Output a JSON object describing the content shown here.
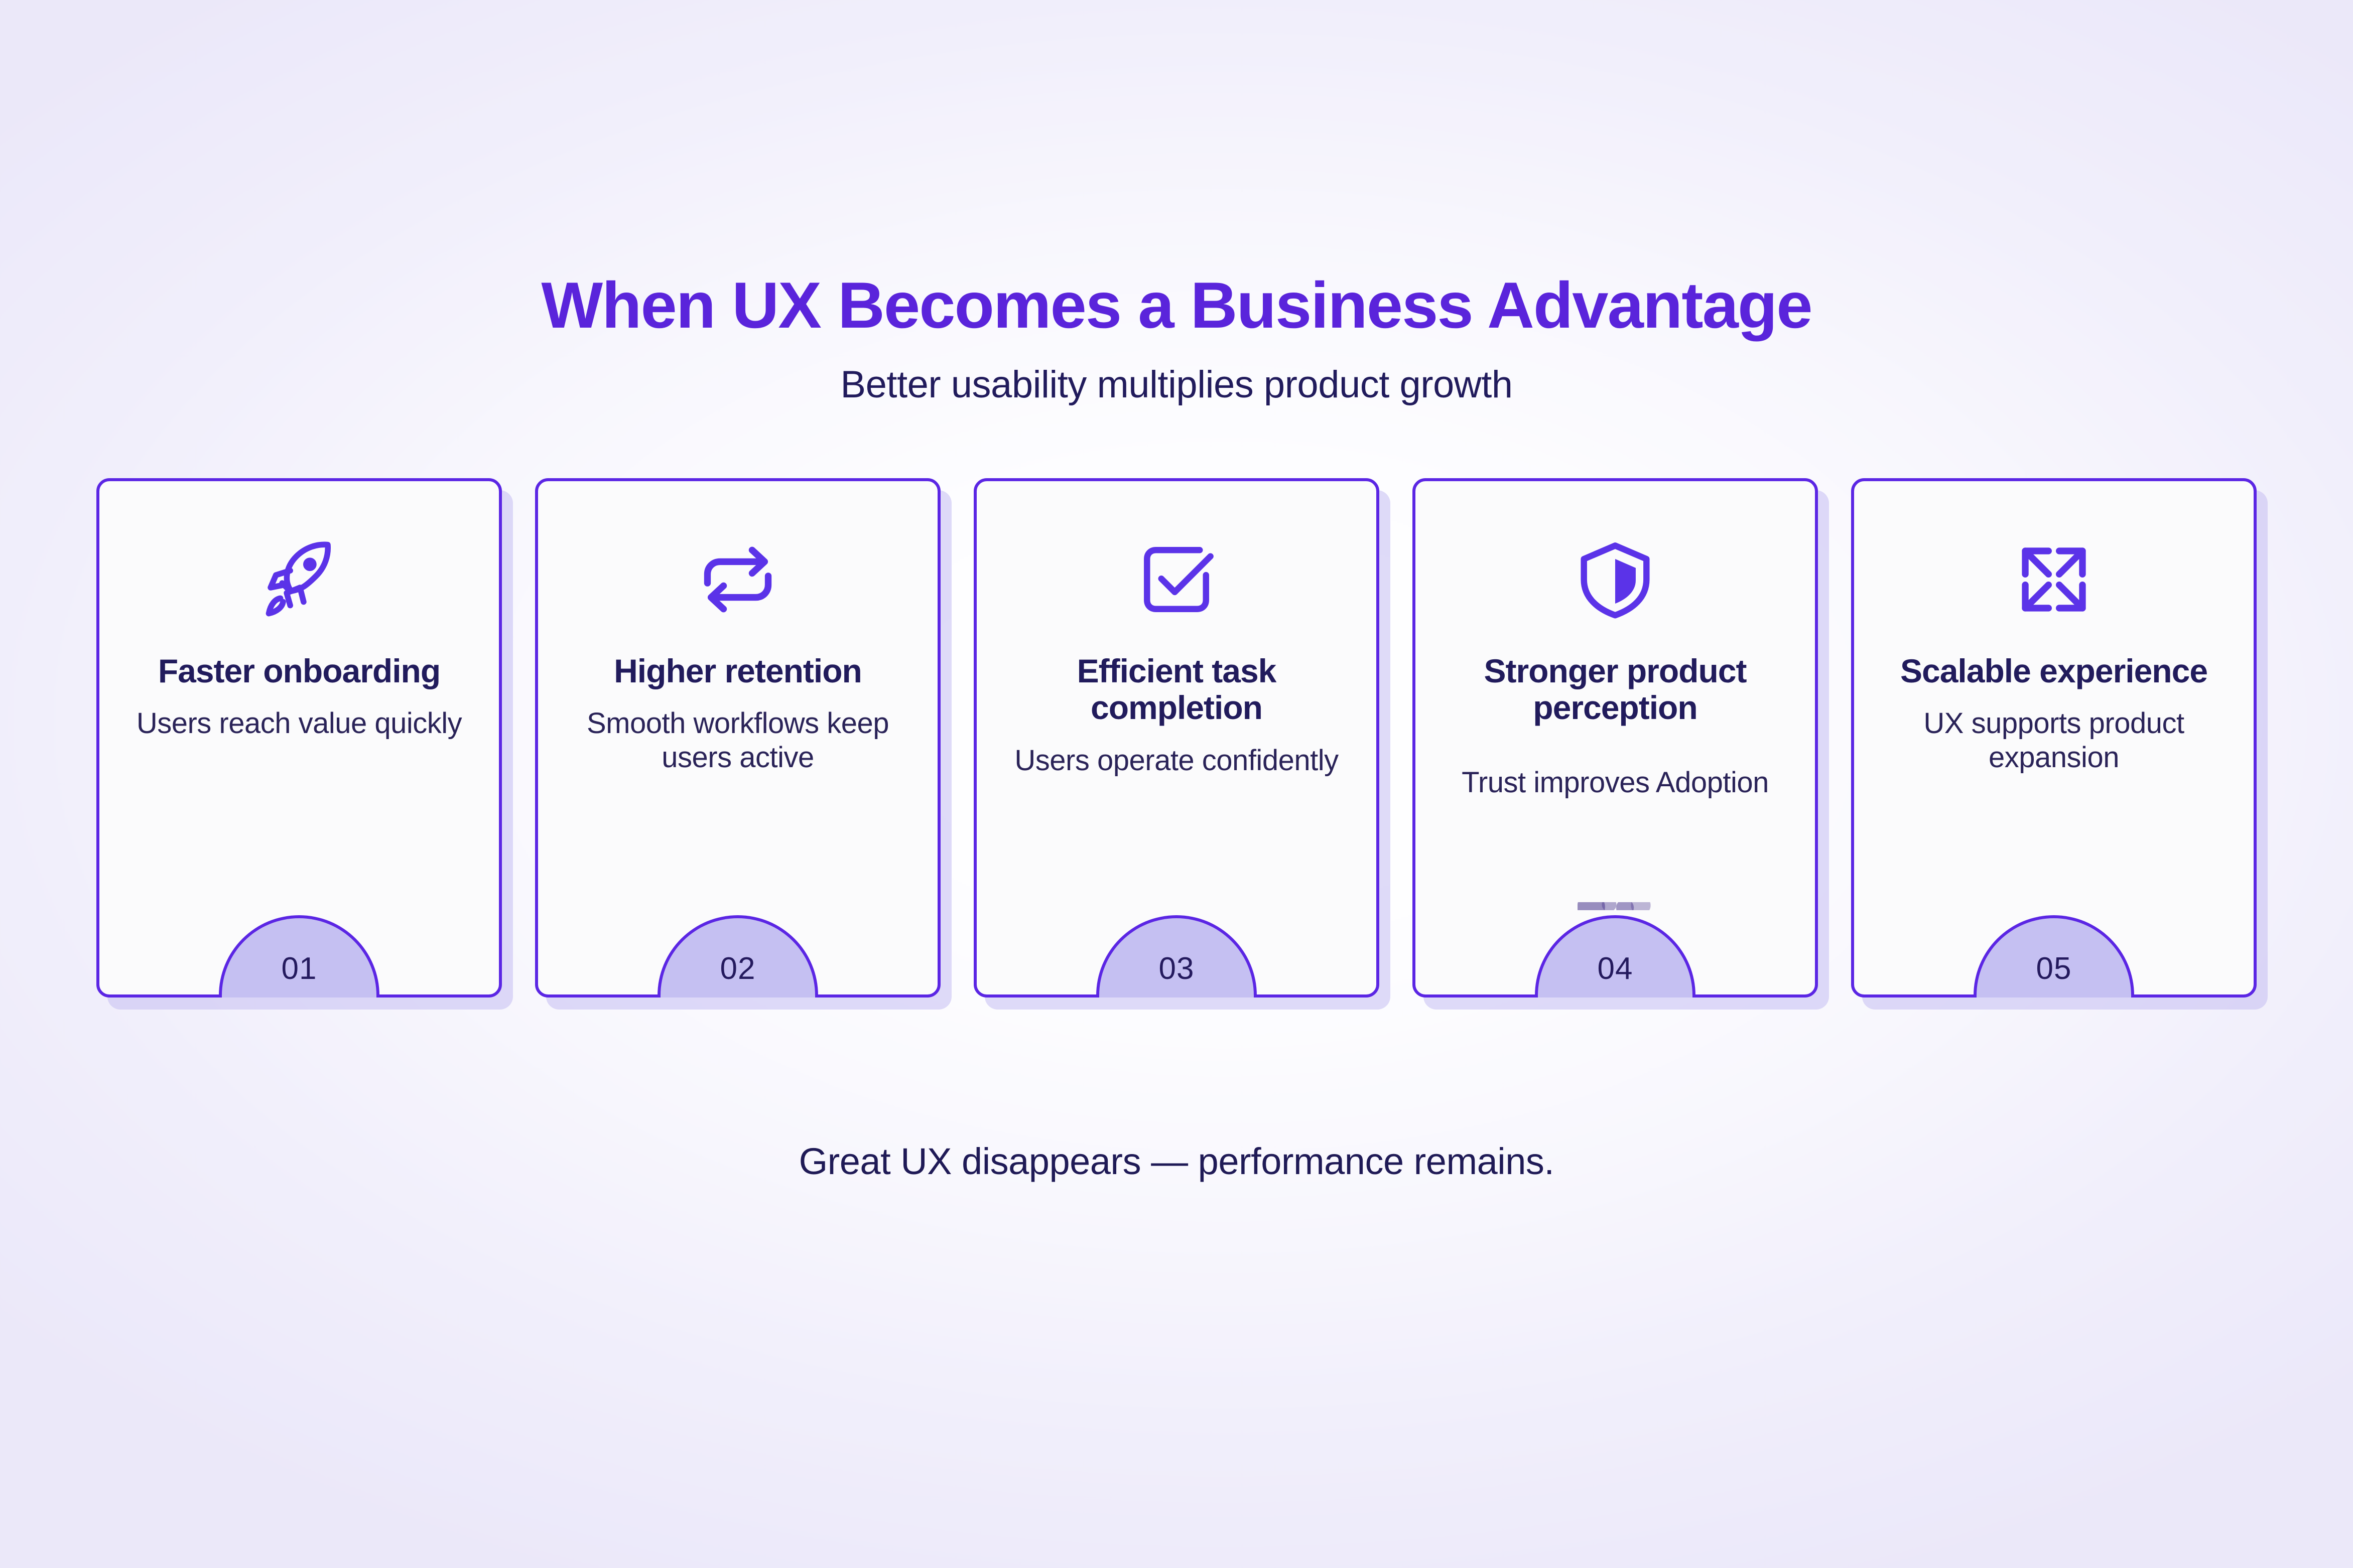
{
  "header": {
    "title": "When UX Becomes a Business Advantage",
    "subtitle": "Better usability multiplies product growth"
  },
  "cards": [
    {
      "icon": "rocket-icon",
      "heading": "Faster onboarding",
      "body": "Users reach value quickly",
      "number": "01"
    },
    {
      "icon": "repeat-arrows-icon",
      "heading": "Higher retention",
      "body": "Smooth workflows keep users active",
      "number": "02"
    },
    {
      "icon": "checkbox-check-icon",
      "heading": "Efficient task completion",
      "body": "Users operate confidently",
      "number": "03"
    },
    {
      "icon": "shield-icon",
      "heading": "Stronger product perception",
      "body": "Trust improves Adoption",
      "number": "04"
    },
    {
      "icon": "expand-arrows-icon",
      "heading": "Scalable experience",
      "body": "UX supports product expansion",
      "number": "05"
    }
  ],
  "footer": {
    "text": "Great UX disappears — performance remains."
  },
  "colors": {
    "title_purple": "#5A24DB",
    "card_border": "#5B26E4",
    "icon_purple": "#5B33E8",
    "badge_fill": "#C5C0F2",
    "heading_navy": "#211B5C",
    "body_navy": "#2A2358",
    "card_fill": "#FBFBFC",
    "background_lavender": "#EDEBFA",
    "card_shadow": "#C4BEF3"
  }
}
